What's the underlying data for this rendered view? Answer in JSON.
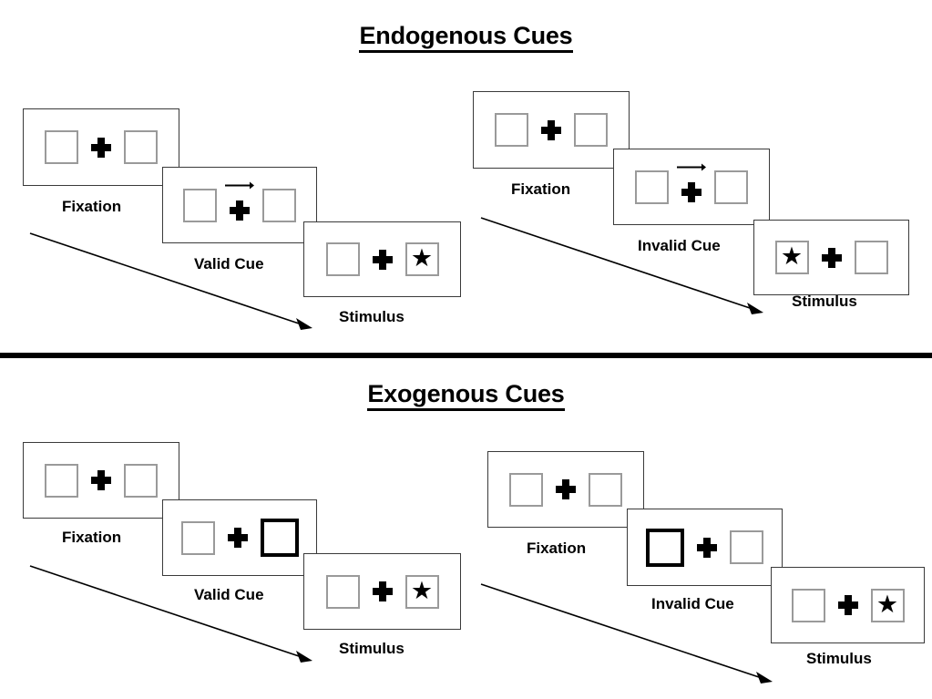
{
  "figure": {
    "title_top": "Endogenous Cues",
    "title_bottom": "Exogenous Cues"
  },
  "sections": [
    {
      "id": "endogenous",
      "title": "Endogenous Cues",
      "conditions": [
        {
          "id": "endogenous-valid",
          "panels": [
            {
              "label": "Fixation",
              "left_box": "empty",
              "right_box": "empty",
              "cue_arrow": "none",
              "cross": "plus-icon"
            },
            {
              "label": "Valid Cue",
              "left_box": "empty",
              "right_box": "empty",
              "cue_arrow": "arrow-right-icon",
              "cross": "plus-icon"
            },
            {
              "label": "Stimulus",
              "left_box": "empty",
              "right_box": "star",
              "cue_arrow": "none",
              "cross": "plus-icon"
            }
          ]
        },
        {
          "id": "endogenous-invalid",
          "panels": [
            {
              "label": "Fixation",
              "left_box": "empty",
              "right_box": "empty",
              "cue_arrow": "none",
              "cross": "plus-icon"
            },
            {
              "label": "Invalid Cue",
              "left_box": "empty",
              "right_box": "empty",
              "cue_arrow": "arrow-right-icon",
              "cross": "plus-icon"
            },
            {
              "label": "Stimulus",
              "left_box": "star",
              "right_box": "empty",
              "cue_arrow": "none",
              "cross": "plus-icon"
            }
          ]
        }
      ]
    },
    {
      "id": "exogenous",
      "title": "Exogenous Cues",
      "conditions": [
        {
          "id": "exogenous-valid",
          "panels": [
            {
              "label": "Fixation",
              "left_box": "empty",
              "right_box": "empty",
              "cue_arrow": "none",
              "cross": "plus-icon"
            },
            {
              "label": "Valid Cue",
              "left_box": "empty",
              "right_box": "highlighted",
              "cue_arrow": "none",
              "cross": "plus-icon"
            },
            {
              "label": "Stimulus",
              "left_box": "empty",
              "right_box": "star",
              "cue_arrow": "none",
              "cross": "plus-icon"
            }
          ]
        },
        {
          "id": "exogenous-invalid",
          "panels": [
            {
              "label": "Fixation",
              "left_box": "empty",
              "right_box": "empty",
              "cue_arrow": "none",
              "cross": "plus-icon"
            },
            {
              "label": "Invalid Cue",
              "left_box": "highlighted",
              "right_box": "empty",
              "cue_arrow": "none",
              "cross": "plus-icon"
            },
            {
              "label": "Stimulus",
              "left_box": "empty",
              "right_box": "star",
              "cue_arrow": "none",
              "cross": "plus-icon"
            }
          ]
        }
      ]
    }
  ],
  "labels": {
    "fixation": "Fixation",
    "valid_cue": "Valid Cue",
    "invalid_cue": "Invalid Cue",
    "stimulus": "Stimulus"
  },
  "glyphs": {
    "star": "★"
  },
  "colors": {
    "stroke": "#000000",
    "panel_border": "#3a3a3a",
    "box_border": "#9a9a9a",
    "background": "#ffffff"
  }
}
